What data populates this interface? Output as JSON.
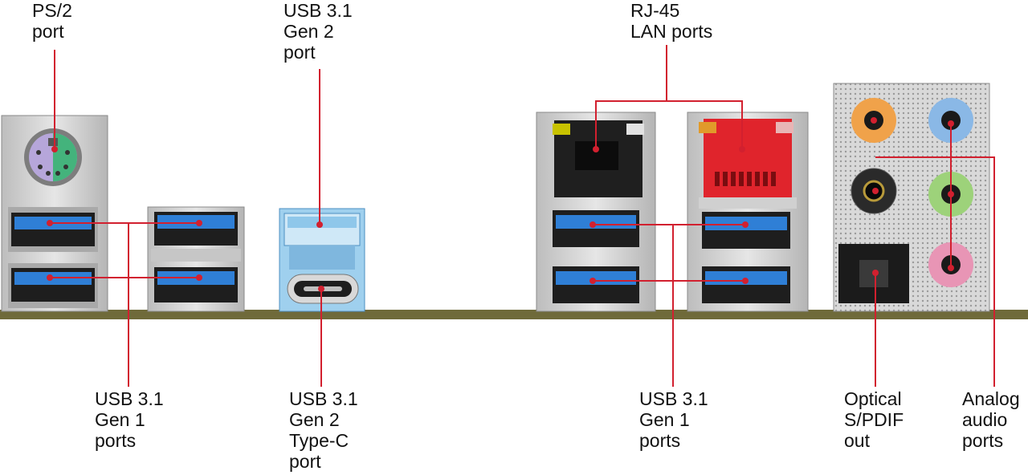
{
  "colors": {
    "leader_line": "#d2202f",
    "usb_blue": "#2f7fd6",
    "usb_blue_dark": "#1b5fae",
    "usb_gen2_light_blue": "#8fc7ea",
    "lan_red": "#e0242c",
    "pcb_olive": "#6f6a3a",
    "metal": "#cfcfcf",
    "audio_orange": "#f0a24a",
    "audio_blue": "#8ab8e6",
    "audio_black": "#2a2a2a",
    "audio_green": "#9dd27a",
    "audio_pink": "#e895b5",
    "ps2_purple": "#b6a6da",
    "ps2_green": "#44b37c"
  },
  "labels": {
    "ps2": {
      "lines": [
        "PS/2",
        "port"
      ]
    },
    "usb_gen2": {
      "lines": [
        "USB 3.1",
        "Gen 2",
        "port"
      ]
    },
    "lan": {
      "lines": [
        "RJ-45",
        "LAN ports"
      ]
    },
    "usb_gen1_left": {
      "lines": [
        "USB 3.1",
        "Gen 1",
        "ports"
      ]
    },
    "usb_typec": {
      "lines": [
        "USB 3.1",
        "Gen 2",
        "Type-C",
        "port"
      ]
    },
    "usb_gen1_right": {
      "lines": [
        "USB 3.1",
        "Gen 1",
        "ports"
      ]
    },
    "optical": {
      "lines": [
        "Optical",
        "S/PDIF",
        "out"
      ]
    },
    "audio": {
      "lines": [
        "Analog",
        "audio",
        "ports"
      ]
    }
  }
}
